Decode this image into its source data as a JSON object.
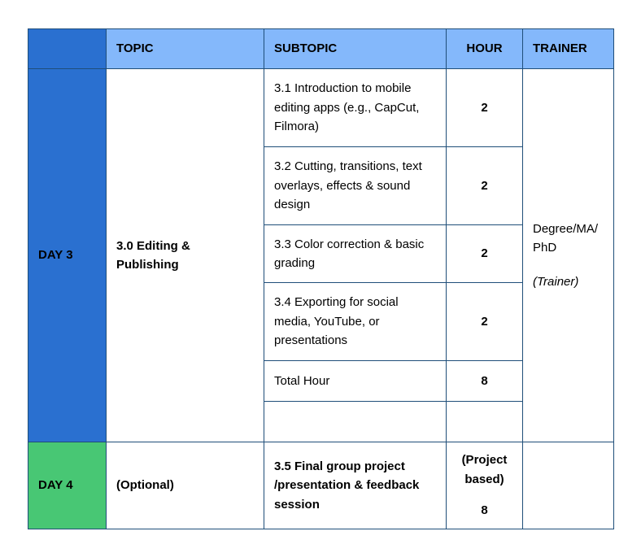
{
  "header": {
    "day": "",
    "topic": "TOPIC",
    "subtopic": "SUBTOPIC",
    "hour": "HOUR",
    "trainer": "TRAINER"
  },
  "day3": {
    "label": "DAY 3",
    "topic": "3.0 Editing & Publishing",
    "trainer_qualification": "Degree/MA/ PhD",
    "trainer_role": "(Trainer)",
    "rows": [
      {
        "subtopic": "3.1 Introduction to mobile editing apps (e.g., CapCut, Filmora)",
        "hour": "2"
      },
      {
        "subtopic": "3.2 Cutting, transitions, text overlays, effects & sound design",
        "hour": "2"
      },
      {
        "subtopic": "3.3 Color correction & basic grading",
        "hour": "2"
      },
      {
        "subtopic": "3.4 Exporting for social media, YouTube, or presentations",
        "hour": "2"
      },
      {
        "subtopic": "Total Hour",
        "hour": "8"
      },
      {
        "subtopic": "",
        "hour": ""
      }
    ]
  },
  "day4": {
    "label": "DAY 4",
    "topic": "(Optional)",
    "subtopic": "3.5 Final group project /presentation & feedback session",
    "hour_note": "(Project based)",
    "hour": "8",
    "trainer": ""
  },
  "colors": {
    "header_bg": "#84b8fb",
    "day3_bg": "#2a70d0",
    "day4_bg": "#48c774",
    "border": "#1f4e79"
  }
}
